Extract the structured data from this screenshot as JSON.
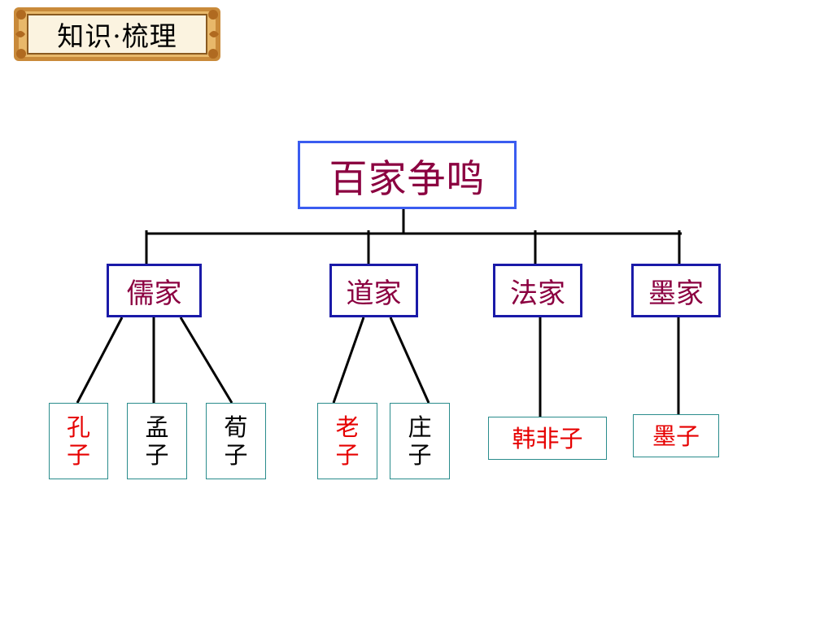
{
  "header": {
    "title": "知识·梳理"
  },
  "diagram": {
    "root": "百家争鸣",
    "schools": [
      {
        "label": "儒家"
      },
      {
        "label": "道家"
      },
      {
        "label": "法家"
      },
      {
        "label": "墨家"
      }
    ],
    "people": [
      {
        "label": "孔\n子",
        "highlight": true
      },
      {
        "label": "孟\n子",
        "highlight": false
      },
      {
        "label": "荀\n子",
        "highlight": false
      },
      {
        "label": "老\n子",
        "highlight": true
      },
      {
        "label": "庄\n子",
        "highlight": false
      },
      {
        "label": "韩非子",
        "highlight": true
      },
      {
        "label": "墨子",
        "highlight": true
      }
    ]
  },
  "colors": {
    "root_border": "#3a5cf0",
    "school_border": "#1a1aa8",
    "heading_text": "#8b0040",
    "highlight_text": "#e60000",
    "person_border": "#2a8c8c"
  }
}
